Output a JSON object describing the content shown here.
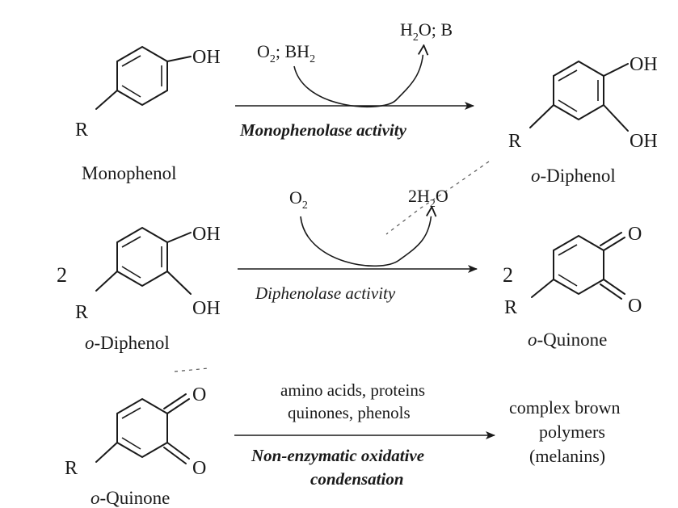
{
  "reaction1": {
    "substrate_label": "Monophenol",
    "substrate_r": "R",
    "substrate_oh": "OH",
    "cosubstrate_a": "O",
    "cosubstrate_a_sub": "2",
    "cosubstrate_b": "; BH",
    "cosubstrate_b_sub": "2",
    "byproduct_a": "H",
    "byproduct_a_sub": "2",
    "byproduct_b": "O; B",
    "activity_label": "Monophenolase activity",
    "product_label": "o-Diphenol",
    "product_label_prefix": "o",
    "product_label_rest": "-Diphenol",
    "product_r": "R",
    "product_oh1": "OH",
    "product_oh2": "OH"
  },
  "reaction2": {
    "coefficient_left": "2",
    "substrate_r": "R",
    "substrate_oh1": "OH",
    "substrate_oh2": "OH",
    "substrate_label_prefix": "o",
    "substrate_label_rest": "-Diphenol",
    "cosubstrate": "O",
    "cosubstrate_sub": "2",
    "byproduct_a": "2H",
    "byproduct_a_sub": "2",
    "byproduct_b": "O",
    "activity_label": "Diphenolase activity",
    "coefficient_right": "2",
    "product_r": "R",
    "product_o1": "O",
    "product_o2": "O",
    "product_label_prefix": "o",
    "product_label_rest": "-Quinone"
  },
  "reaction3": {
    "substrate_r": "R",
    "substrate_o1": "O",
    "substrate_o2": "O",
    "substrate_label_prefix": "o",
    "substrate_label_rest": "-Quinone",
    "reagents_line1": "amino acids, proteins",
    "reagents_line2": "quinones, phenols",
    "activity_line1": "Non-enzymatic oxidative",
    "activity_line2": "condensation",
    "product_line1": "complex brown",
    "product_line2": "polymers",
    "product_line3": "(melanins)"
  }
}
